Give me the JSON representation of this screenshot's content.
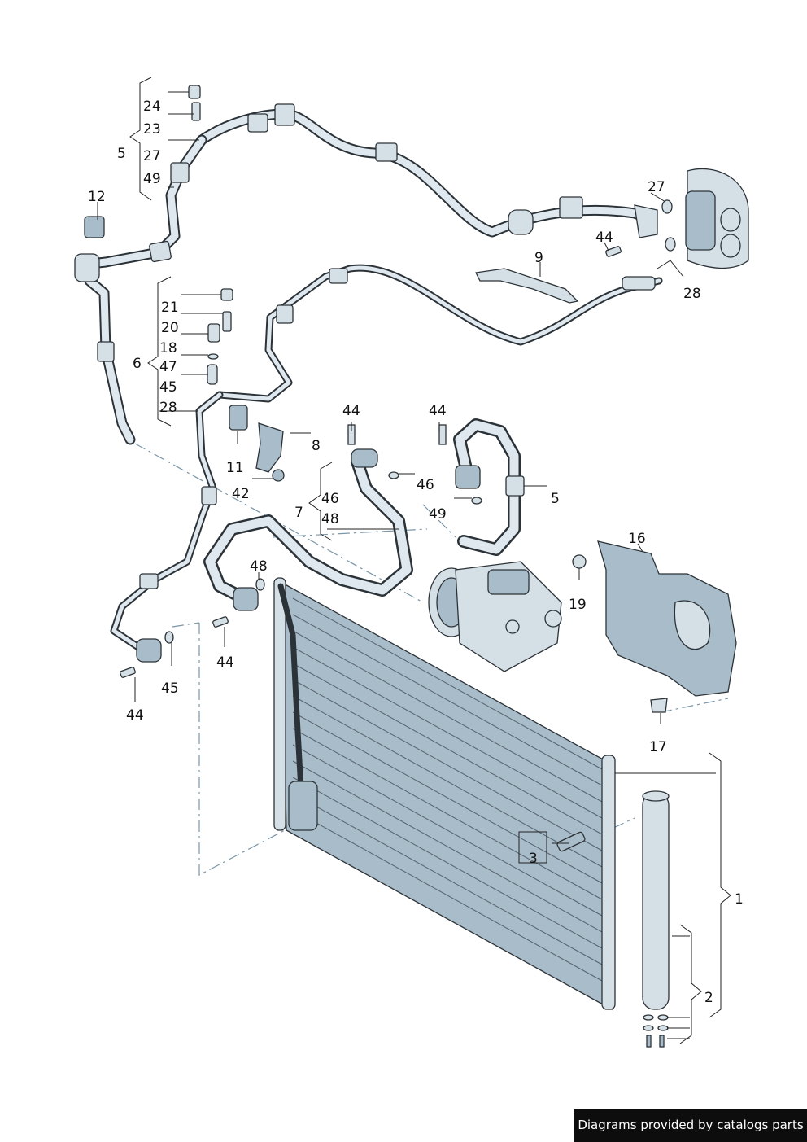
{
  "labels": {
    "l24": "24",
    "l23": "23",
    "l5a": "5",
    "l27a": "27",
    "l49a": "49",
    "l12": "12",
    "l27b": "27",
    "l44a": "44",
    "l9": "9",
    "l28a": "28",
    "l21": "21",
    "l20": "20",
    "l18": "18",
    "l6": "6",
    "l47": "47",
    "l45a": "45",
    "l28b": "28",
    "l8": "8",
    "l11": "11",
    "l42": "42",
    "l44b": "44",
    "l44c": "44",
    "l46a": "46",
    "l5b": "5",
    "l7": "7",
    "l46b": "46",
    "l48a": "48",
    "l49b": "49",
    "l16": "16",
    "l19": "19",
    "l48b": "48",
    "l44d": "44",
    "l45b": "45",
    "l44e": "44",
    "l17": "17",
    "l1": "1",
    "l3": "3",
    "l2": "2"
  },
  "footer": "Diagrams provided by catalogs parts"
}
